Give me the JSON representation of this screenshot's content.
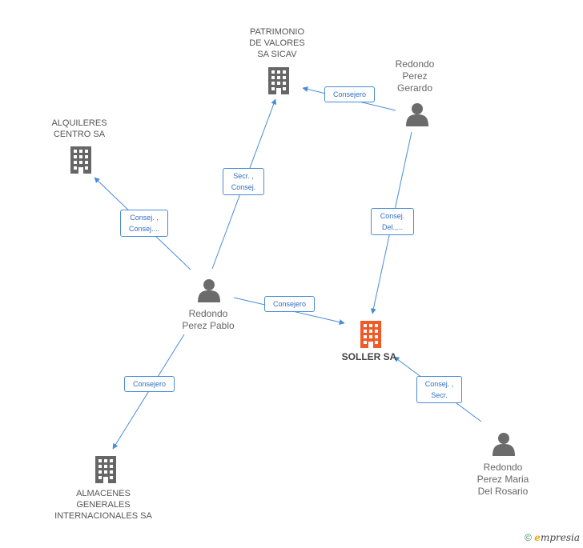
{
  "nodes": {
    "patrimonio": {
      "label_lines": [
        "PATRIMONIO",
        "DE VALORES",
        "SA SICAV"
      ],
      "kind": "company"
    },
    "alquileres": {
      "label_lines": [
        "ALQUILERES",
        "CENTRO SA"
      ],
      "kind": "company"
    },
    "soller": {
      "label_lines": [
        "SOLLER SA"
      ],
      "kind": "company-main"
    },
    "almacenes": {
      "label_lines": [
        "ALMACENES",
        "GENERALES",
        "INTERNACIONALES SA"
      ],
      "kind": "company"
    },
    "gerardo": {
      "label_lines": [
        "Redondo",
        "Perez",
        "Gerardo"
      ],
      "kind": "person"
    },
    "pablo": {
      "label_lines": [
        "Redondo",
        "Perez Pablo"
      ],
      "kind": "person"
    },
    "maria": {
      "label_lines": [
        "Redondo",
        "Perez Maria",
        "Del Rosario"
      ],
      "kind": "person"
    }
  },
  "edges": {
    "gerardo_patrimonio": {
      "lines": [
        "Consejero"
      ]
    },
    "gerardo_soller": {
      "lines": [
        "Consej.",
        "Del.,..."
      ]
    },
    "pablo_patrimonio": {
      "lines": [
        "Secr. ,",
        "Consej."
      ]
    },
    "pablo_alquileres": {
      "lines": [
        "Consej. ,",
        "Consej...."
      ]
    },
    "pablo_soller": {
      "lines": [
        "Consejero"
      ]
    },
    "pablo_almacenes": {
      "lines": [
        "Consejero"
      ]
    },
    "maria_soller": {
      "lines": [
        "Consej. ,",
        "Secr."
      ]
    }
  },
  "colors": {
    "edge": "#4a8bd6",
    "company_icon": "#666666",
    "main_icon": "#f05a28",
    "person_icon": "#6b6b6b"
  },
  "footer": {
    "copyright": "©",
    "brand_initial": "e",
    "brand_rest": "mpresia"
  }
}
